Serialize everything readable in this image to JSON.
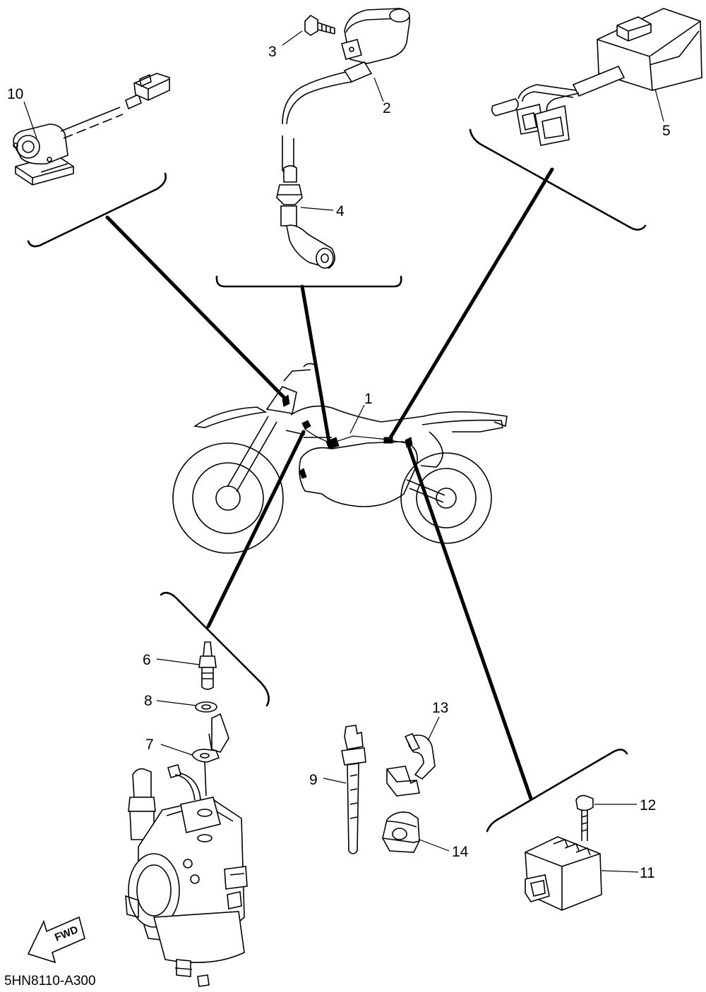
{
  "diagram": {
    "code": "5HN8110-A300",
    "fwd_label": "FWD",
    "callouts": {
      "c1": "1",
      "c2": "2",
      "c3": "3",
      "c4": "4",
      "c5": "5",
      "c6": "6",
      "c7": "7",
      "c8": "8",
      "c9": "9",
      "c10": "10",
      "c11": "11",
      "c12": "12",
      "c13": "13",
      "c14": "14"
    }
  }
}
